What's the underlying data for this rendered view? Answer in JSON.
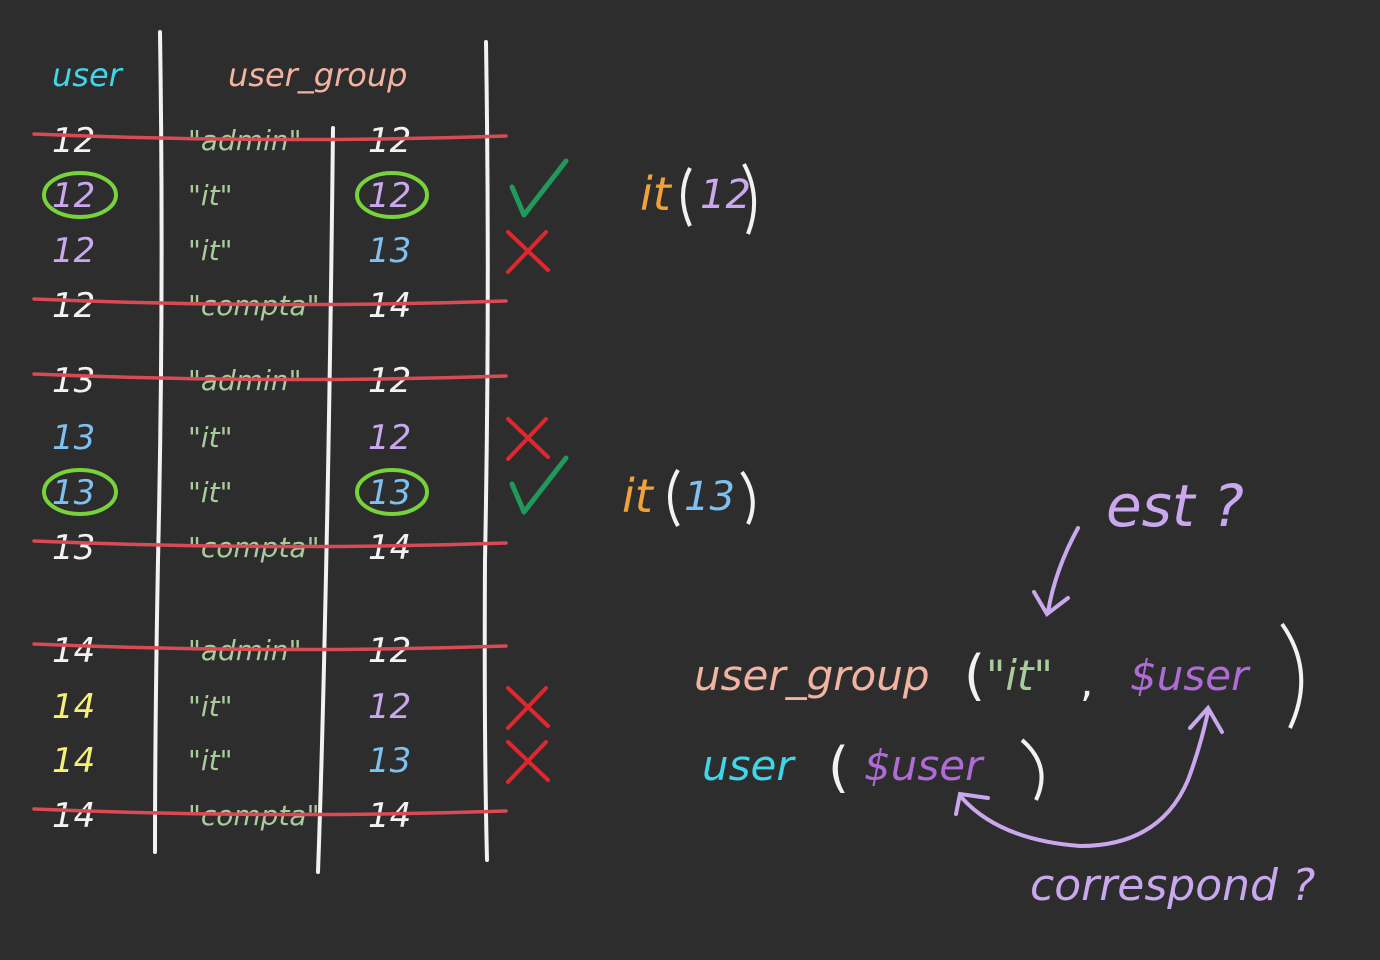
{
  "colors": {
    "background": "#2d2d2d",
    "chalk": "#f2f2f2",
    "cyan": "#3fd6e8",
    "salmon": "#f2b3a0",
    "lavender": "#c9a8ee",
    "blue": "#7ec0f0",
    "yellow": "#f4f07a",
    "sage": "#a9cc9c",
    "orange": "#f0a23a",
    "purple": "#b06cd6",
    "strike": "#d94a55",
    "circle": "#78d23a",
    "check": "#1f9a5a",
    "cross": "#e0262e"
  },
  "headers": {
    "user": "user",
    "user_group": "user_group"
  },
  "rows": [
    {
      "user": "12",
      "group": "\"admin\"",
      "gid": "12",
      "user_color": "chalk",
      "gid_color": "chalk",
      "struck": true,
      "circled": false,
      "mark": ""
    },
    {
      "user": "12",
      "group": "\"it\"",
      "gid": "12",
      "user_color": "lavender",
      "gid_color": "lavender",
      "struck": false,
      "circled": true,
      "mark": "check"
    },
    {
      "user": "12",
      "group": "\"it\"",
      "gid": "13",
      "user_color": "lavender",
      "gid_color": "blue",
      "struck": false,
      "circled": false,
      "mark": "cross"
    },
    {
      "user": "12",
      "group": "\"compta\"",
      "gid": "14",
      "user_color": "chalk",
      "gid_color": "chalk",
      "struck": true,
      "circled": false,
      "mark": ""
    },
    {
      "user": "13",
      "group": "\"admin\"",
      "gid": "12",
      "user_color": "chalk",
      "gid_color": "chalk",
      "struck": true,
      "circled": false,
      "mark": ""
    },
    {
      "user": "13",
      "group": "\"it\"",
      "gid": "12",
      "user_color": "blue",
      "gid_color": "lavender",
      "struck": false,
      "circled": false,
      "mark": "cross"
    },
    {
      "user": "13",
      "group": "\"it\"",
      "gid": "13",
      "user_color": "blue",
      "gid_color": "blue",
      "struck": false,
      "circled": true,
      "mark": "check"
    },
    {
      "user": "13",
      "group": "\"compta\"",
      "gid": "14",
      "user_color": "chalk",
      "gid_color": "chalk",
      "struck": true,
      "circled": false,
      "mark": ""
    },
    {
      "user": "14",
      "group": "\"admin\"",
      "gid": "12",
      "user_color": "chalk",
      "gid_color": "chalk",
      "struck": true,
      "circled": false,
      "mark": ""
    },
    {
      "user": "14",
      "group": "\"it\"",
      "gid": "12",
      "user_color": "yellow",
      "gid_color": "lavender",
      "struck": false,
      "circled": false,
      "mark": "cross"
    },
    {
      "user": "14",
      "group": "\"it\"",
      "gid": "13",
      "user_color": "yellow",
      "gid_color": "blue",
      "struck": false,
      "circled": false,
      "mark": "cross"
    },
    {
      "user": "14",
      "group": "\"compta\"",
      "gid": "14",
      "user_color": "chalk",
      "gid_color": "chalk",
      "struck": true,
      "circled": false,
      "mark": ""
    }
  ],
  "results": [
    {
      "fn": "it",
      "arg": "12"
    },
    {
      "fn": "it",
      "arg": "13"
    }
  ],
  "query": {
    "group_fn": "user_group",
    "open": "(",
    "it_arg": "\"it\"",
    "comma": ",",
    "user_var": "$user",
    "close": ")",
    "user_fn": "user"
  },
  "notes": {
    "question_top": "est ?",
    "question_bottom": "correspond ?"
  }
}
